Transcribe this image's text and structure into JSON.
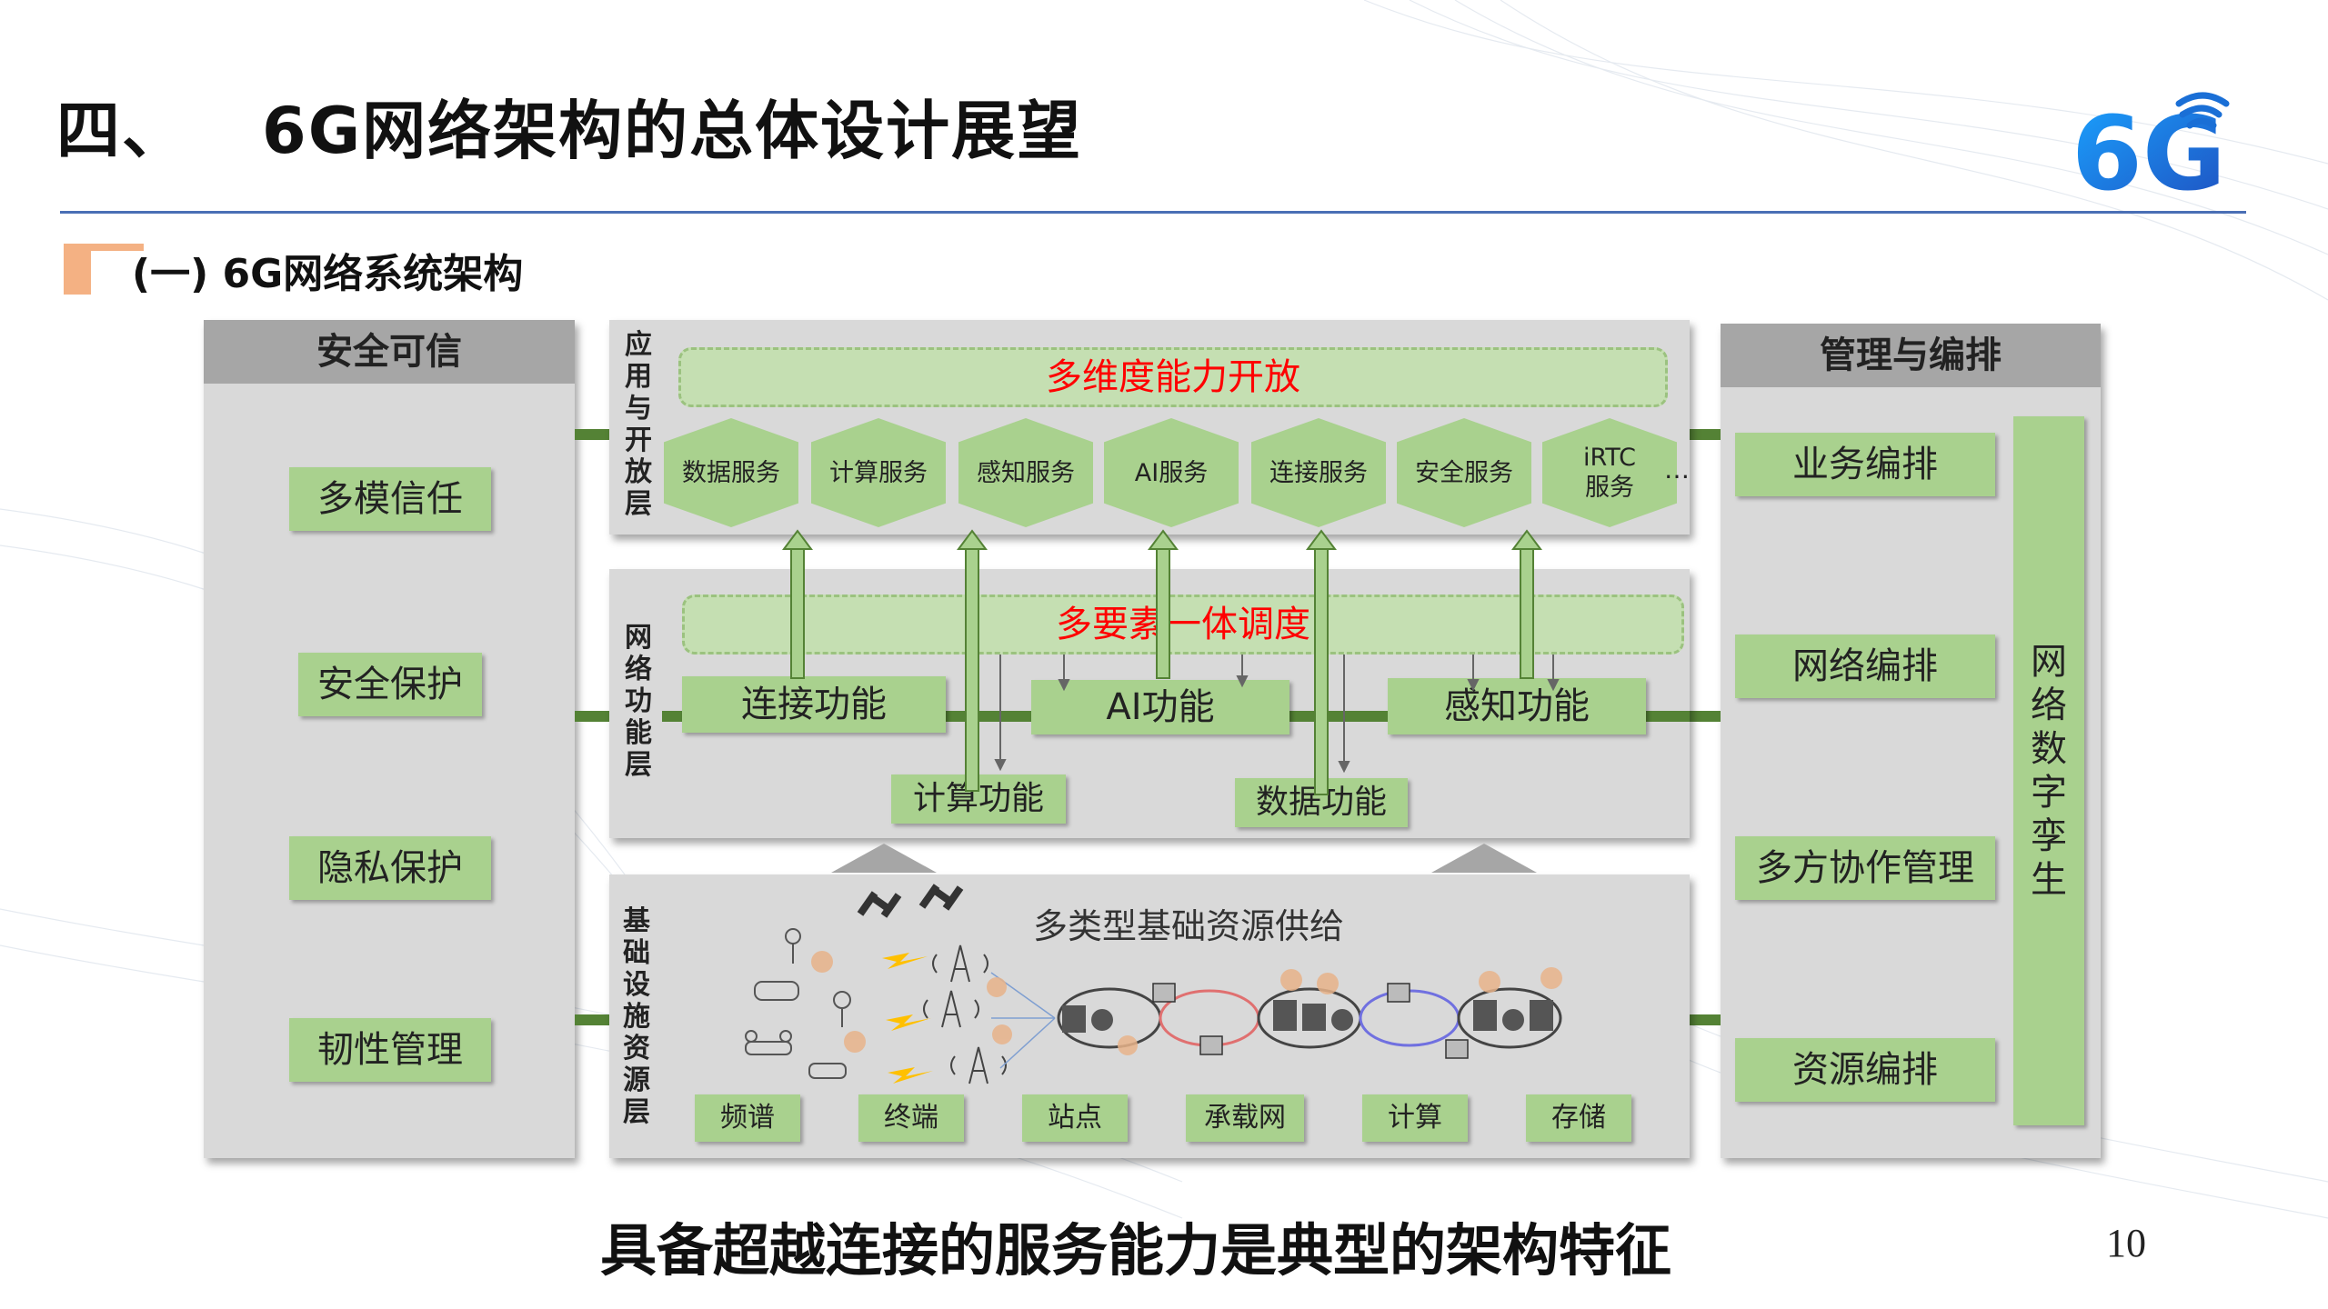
{
  "title": {
    "number": "四、",
    "text": "6G网络架构的总体设计展望"
  },
  "logo": {
    "text": "6G",
    "icon": "signal-waves-icon"
  },
  "subtitle": "(一) 6G网络系统架构",
  "security": {
    "heading": "安全可信",
    "items": [
      "多模信任",
      "安全保护",
      "隐私保护",
      "韧性管理"
    ]
  },
  "app_layer": {
    "label": [
      "应",
      "用",
      "与",
      "开",
      "放",
      "层"
    ],
    "banner": "多维度能力开放",
    "services": [
      [
        "数据服务"
      ],
      [
        "计算服务"
      ],
      [
        "感知服务"
      ],
      [
        "AI服务"
      ],
      [
        "连接服务"
      ],
      [
        "安全服务"
      ],
      [
        "iRTC",
        "服务"
      ]
    ],
    "ellipsis": "…"
  },
  "net_layer": {
    "label": [
      "网",
      "络",
      "功",
      "能",
      "层"
    ],
    "banner": "多要素一体调度",
    "functions": [
      "连接功能",
      "AI功能",
      "感知功能"
    ],
    "lower_functions": [
      "计算功能",
      "数据功能"
    ]
  },
  "infra_layer": {
    "label": [
      "基",
      "础",
      "设",
      "施",
      "资",
      "源",
      "层"
    ],
    "heading": "多类型基础资源供给",
    "resources": [
      "频谱",
      "终端",
      "站点",
      "承载网",
      "计算",
      "存储"
    ]
  },
  "management": {
    "heading": "管理与编排",
    "items": [
      "业务编排",
      "网络编排",
      "多方协作管理",
      "资源编排"
    ],
    "twin": [
      "网",
      "络",
      "数",
      "字",
      "孪",
      "生"
    ]
  },
  "footer": "具备超越连接的服务能力是典型的架构特征",
  "page_number": "10",
  "colors": {
    "panel": "#d9d9d9",
    "panel_header": "#a6a6a6",
    "green_box": "#a9d18e",
    "connector": "#548235",
    "banner_text": "#ff0000",
    "rule": "#4a6fb5",
    "accent": "#f4b183"
  }
}
